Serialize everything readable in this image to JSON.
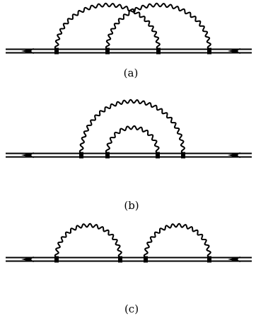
{
  "figure": {
    "panels": [
      {
        "label": "(a)",
        "photon_arcs": [
          [
            1,
            3
          ],
          [
            2,
            4
          ]
        ]
      },
      {
        "label": "(b)",
        "photon_arcs": [
          [
            1,
            4
          ],
          [
            2,
            3
          ]
        ]
      },
      {
        "label": "(c)",
        "photon_arcs": [
          [
            1,
            2
          ],
          [
            3,
            4
          ]
        ]
      }
    ],
    "arrow_direction": "left",
    "line_style": "double"
  }
}
